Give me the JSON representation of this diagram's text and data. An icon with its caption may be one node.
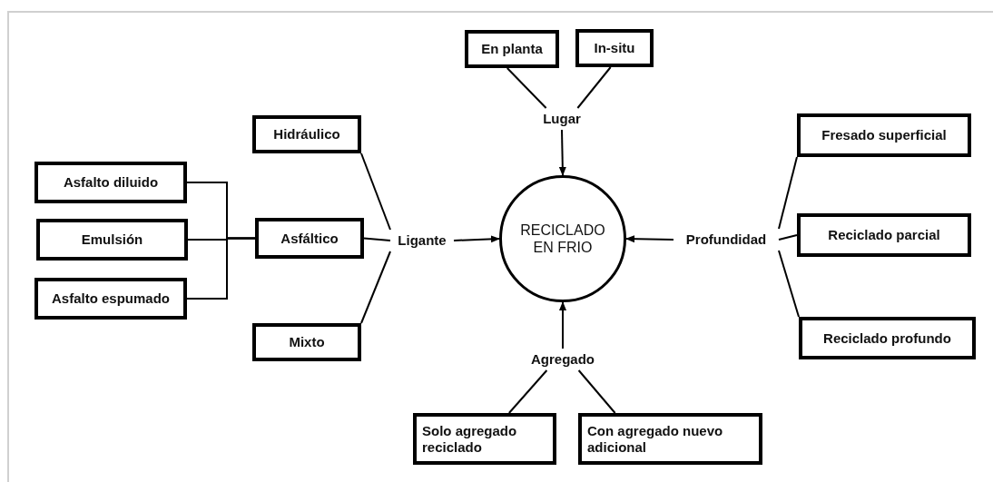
{
  "diagram": {
    "nodes": [
      {
        "text": [
          "En planta"
        ]
      },
      {
        "text": [
          "In-situ"
        ]
      },
      {
        "text": [
          "Lugar"
        ]
      },
      {
        "text": [
          "Hidráulico"
        ]
      },
      {
        "text": [
          "Fresado superficial"
        ]
      },
      {
        "text": [
          "Asfalto diluido"
        ]
      },
      {
        "text": [
          "Emulsión"
        ]
      },
      {
        "text": [
          "Asfáltico"
        ]
      },
      {
        "text": [
          "Ligante"
        ]
      },
      {
        "text": [
          "RECICLADO EN FRIO"
        ]
      },
      {
        "text": [
          "Profundidad"
        ]
      },
      {
        "text": [
          "Reciclado parcial"
        ]
      },
      {
        "text": [
          "Asfalto espumado"
        ]
      },
      {
        "text": [
          "Mixto"
        ]
      },
      {
        "text": [
          "Reciclado profundo"
        ]
      },
      {
        "text": [
          "Agregado"
        ]
      },
      {
        "text": [
          "Solo agregado reciclado"
        ]
      },
      {
        "text": [
          "Con agregado nuevo adicional"
        ]
      }
    ],
    "edges": [
      {
        "from": 0,
        "to": 2,
        "arrow": "none"
      },
      {
        "from": 1,
        "to": 2,
        "arrow": "none"
      },
      {
        "from": 2,
        "to": 9,
        "arrow": "to"
      },
      {
        "from": 3,
        "to": 8,
        "arrow": "none"
      },
      {
        "from": 7,
        "to": 8,
        "arrow": "none"
      },
      {
        "from": 13,
        "to": 8,
        "arrow": "none"
      },
      {
        "from": 5,
        "to": 7,
        "arrow": "none"
      },
      {
        "from": 6,
        "to": 7,
        "arrow": "none"
      },
      {
        "from": 12,
        "to": 7,
        "arrow": "none"
      },
      {
        "from": 8,
        "to": 9,
        "arrow": "to"
      },
      {
        "from": 10,
        "to": 9,
        "arrow": "to"
      },
      {
        "from": 10,
        "to": 4,
        "arrow": "none"
      },
      {
        "from": 10,
        "to": 11,
        "arrow": "none"
      },
      {
        "from": 10,
        "to": 14,
        "arrow": "none"
      },
      {
        "from": 15,
        "to": 9,
        "arrow": "to"
      },
      {
        "from": 15,
        "to": 16,
        "arrow": "none"
      },
      {
        "from": 15,
        "to": 17,
        "arrow": "none"
      }
    ]
  }
}
